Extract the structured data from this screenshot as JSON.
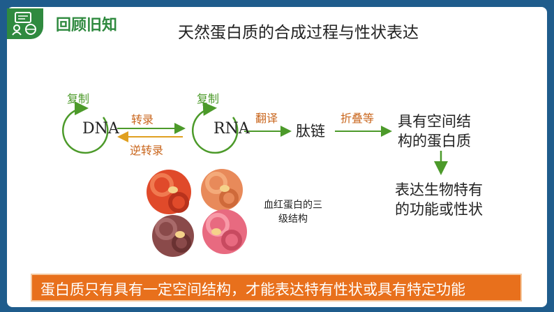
{
  "header": {
    "section_label": "回顾旧知",
    "title": "天然蛋白质的合成过程与性状表达",
    "logo_icon": "presentation-icon"
  },
  "diagram": {
    "dna": "DNA",
    "rna": "RNA",
    "replicate_dna": "复制",
    "replicate_rna": "复制",
    "transcription": "转录",
    "reverse_transcription": "逆转录",
    "translation": "翻译",
    "peptide": "肽链",
    "folding": "折叠等",
    "protein_line1": "具有空间结",
    "protein_line2": "构的蛋白质",
    "trait_line1": "表达生物特有",
    "trait_line2": "的功能或性状",
    "image_caption_line1": "血红蛋白的三",
    "image_caption_line2": "级结构"
  },
  "banner": {
    "text": "蛋白质只有具有一定空间结构，才能表达特有性状或具有特定功能"
  },
  "colors": {
    "frame": "#1f5c8c",
    "green": "#4c9a2a",
    "orange": "#c9661d",
    "banner": "#e8701c"
  }
}
